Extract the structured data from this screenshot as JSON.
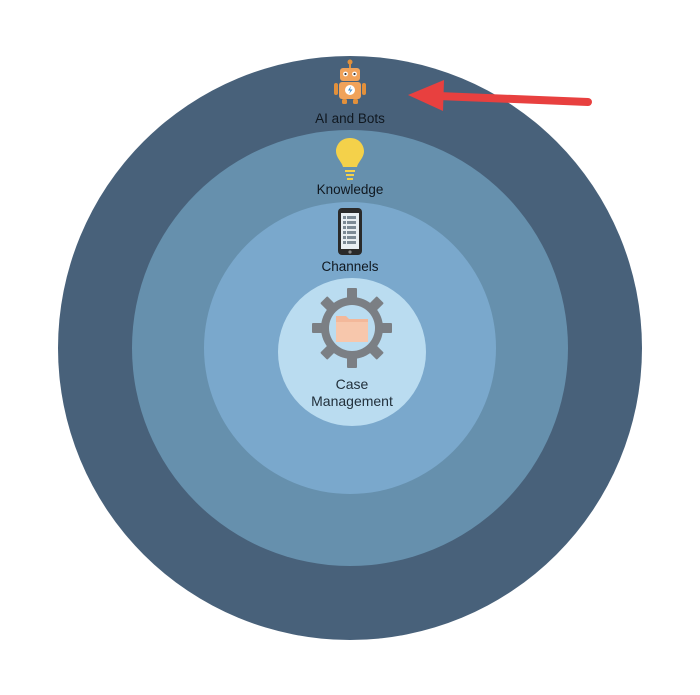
{
  "diagram": {
    "rings": [
      {
        "id": "outer",
        "label": "AI and Bots",
        "icon": "robot-icon",
        "color": "#48617a"
      },
      {
        "id": "second",
        "label": "Knowledge",
        "icon": "lightbulb-icon",
        "color": "#6690ad"
      },
      {
        "id": "third",
        "label": "Channels",
        "icon": "phone-icon",
        "color": "#7aa8cc"
      },
      {
        "id": "core",
        "label_line1": "Case",
        "label_line2": "Management",
        "icon": "gear-folder-icon",
        "color": "#badcf0"
      }
    ],
    "pointer": {
      "icon": "red-arrow-icon",
      "color": "#e8403f"
    }
  }
}
